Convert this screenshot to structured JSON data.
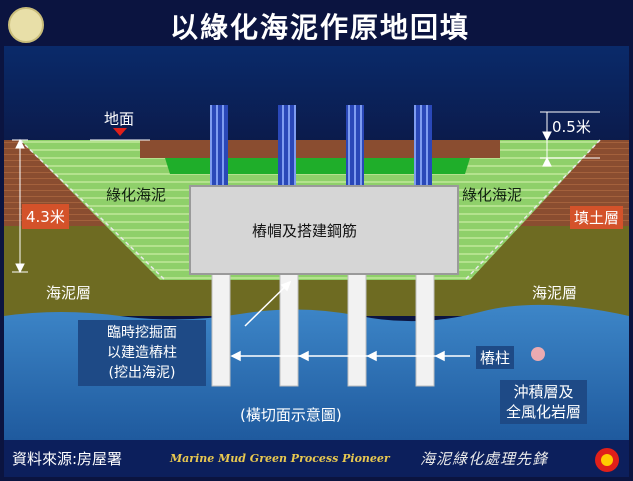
{
  "title": "以綠化海泥作原地回填",
  "labels": {
    "ground_surface": "地面",
    "depth_top": "0.5米",
    "depth_total": "4.3米",
    "green_mud_left": "綠化海泥",
    "green_mud_right": "綠化海泥",
    "fill_layer": "填土層",
    "pile_cap": "樁帽及搭建鋼筋",
    "mud_layer_left": "海泥層",
    "mud_layer_right": "海泥層",
    "temp_excavation": [
      "臨時挖掘面",
      "以建造樁柱",
      "(挖出海泥)"
    ],
    "piles": "樁柱",
    "bottom_layer": [
      "沖積層及",
      "全風化岩層"
    ],
    "section_note": "(橫切面示意圖)"
  },
  "footer": {
    "source": "資料來源:房屋署",
    "slogan_en": "Marine Mud Green Process Pioneer",
    "slogan_zh": "海泥綠化處理先鋒"
  },
  "colors": {
    "fill": "#8a4b2c",
    "green_mud": "#8fd06a",
    "bright_green": "#1fae2a",
    "mud": "#6d6a1e",
    "water": "#2f6fb5",
    "pile_cap": "#d9d9d9",
    "label_bg": "#1e4a86",
    "orange_label": "#d4522a"
  }
}
